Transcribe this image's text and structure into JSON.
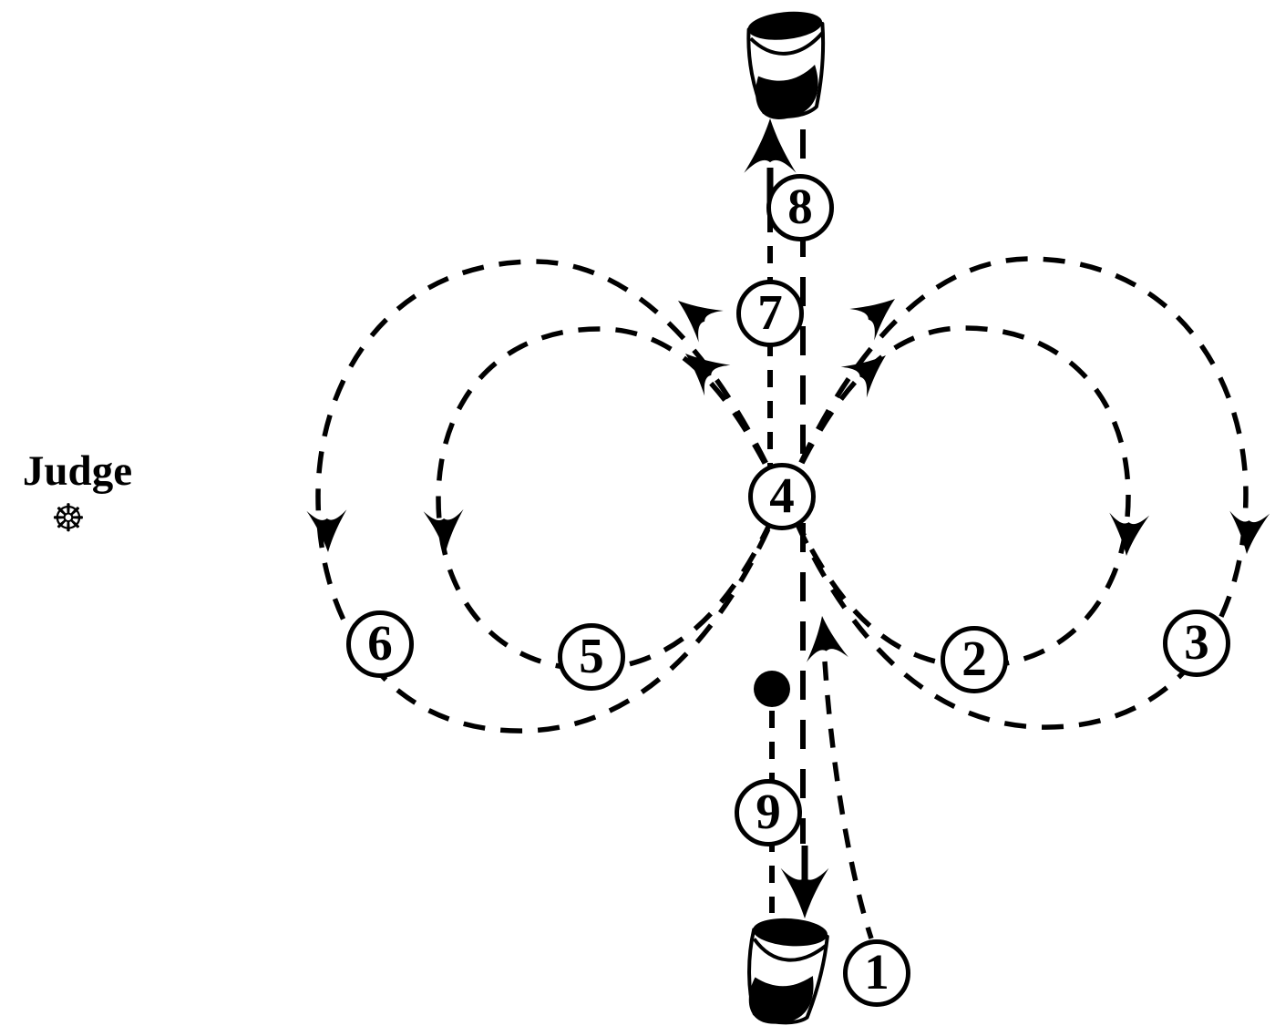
{
  "diagram": {
    "kind": "riding-pattern-figure-eight",
    "judge": {
      "label": "Judge",
      "wheel_glyph": "☸",
      "icon": "ship-wheel-icon"
    },
    "markers": [
      "1",
      "2",
      "3",
      "4",
      "5",
      "6",
      "7",
      "8",
      "9"
    ],
    "equipment": {
      "top_marker": "cone-icon",
      "bottom_marker": "cone-icon",
      "start_point": "dot-icon"
    },
    "colors": {
      "ink": "#000000",
      "paper": "#ffffff"
    }
  }
}
